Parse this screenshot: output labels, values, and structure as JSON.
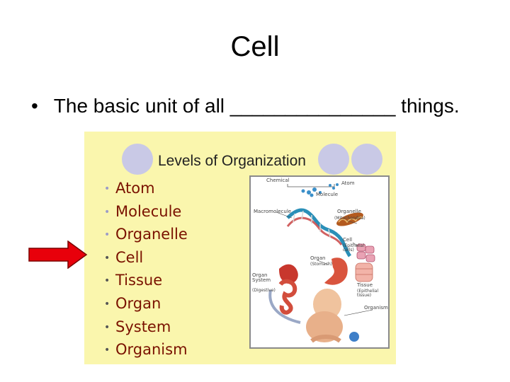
{
  "slide": {
    "title": "Cell",
    "bullet": "•",
    "text": "The basic unit of all _______________ things."
  },
  "figure": {
    "title": "Levels of Organization",
    "levels": [
      {
        "bullet": "•",
        "label": "Atom"
      },
      {
        "bullet": "•",
        "label": "Molecule"
      },
      {
        "bullet": "•",
        "label": "Organelle"
      },
      {
        "bullet": "•",
        "label": "Cell"
      },
      {
        "bullet": "•",
        "label": "Tissue"
      },
      {
        "bullet": "•",
        "label": "Organ"
      },
      {
        "bullet": "•",
        "label": "System"
      },
      {
        "bullet": "•",
        "label": "Organism"
      }
    ],
    "illustration_labels": {
      "chemical": "Chemical",
      "atom": "Atom",
      "molecule": "Molecule",
      "macromolecule": "Macromolecule",
      "organelle": "Organelle",
      "organelle_sub": "(Mitochondria)",
      "cell": "Cell",
      "cell_sub": "(Epithelial cells)",
      "organ": "Organ",
      "organ_sub": "(Stomach)",
      "tissue": "Tissue",
      "tissue_sub": "(Epithelial tissue)",
      "organ_system": "Organ System",
      "organ_system_sub": "(Digestive)",
      "organism": "Organism"
    }
  },
  "colors": {
    "figure_background": "#faf6ad",
    "level_text": "#7a1200",
    "pointer_arrow": "#e8000b"
  },
  "icons": [
    "red-pointer-arrow",
    "biology-illustration"
  ]
}
